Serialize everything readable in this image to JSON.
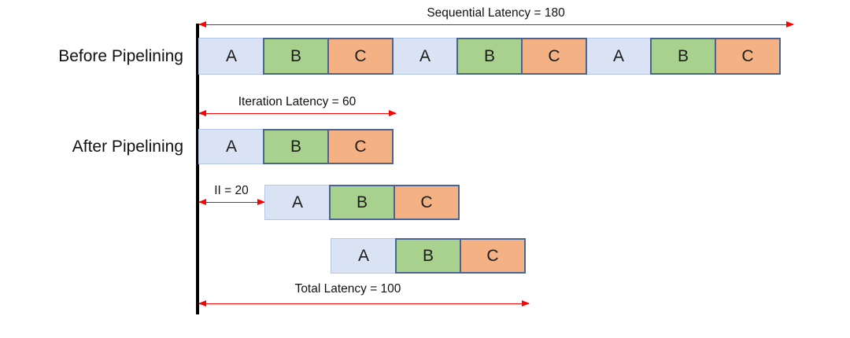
{
  "labels": {
    "before": "Before Pipelining",
    "after": "After Pipelining"
  },
  "annotations": {
    "sequential": "Sequential Latency = 180",
    "iteration": "Iteration Latency = 60",
    "initiation_interval": "II = 20",
    "total": "Total Latency = 100"
  },
  "rows": {
    "before": [
      "A",
      "B",
      "C",
      "A",
      "B",
      "C",
      "A",
      "B",
      "C"
    ],
    "after1": [
      "A",
      "B",
      "C"
    ],
    "after2": [
      "A",
      "B",
      "C"
    ],
    "after3": [
      "A",
      "B",
      "C"
    ]
  },
  "values": {
    "sequential_latency": 180,
    "iteration_latency": 60,
    "initiation_interval": 20,
    "total_latency": 100,
    "stage_duration": 20
  },
  "colors": {
    "stage_a_fill": "#dae3f3",
    "stage_a_border": "#b4c7e7",
    "stage_b_fill": "#a9d18e",
    "stage_c_fill": "#f4b183",
    "stage_dark_border": "#4a6494",
    "arrow": "#fe0000",
    "axis": "#000000"
  }
}
